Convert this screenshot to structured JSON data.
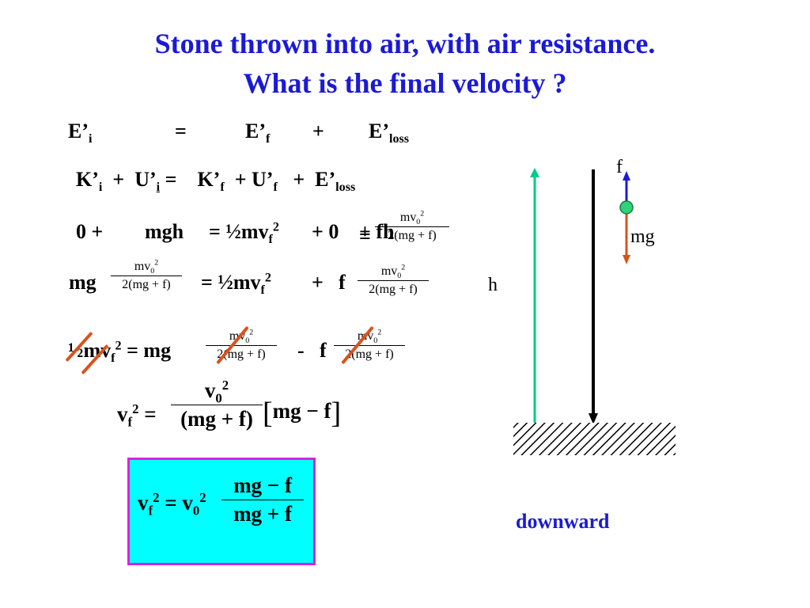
{
  "slide": {
    "title_line1": "Stone thrown into air, with air resistance.",
    "title_line2": "What is the final velocity ?"
  },
  "equations": {
    "l1": {
      "lhs": "E’",
      "lhs_sub": "i",
      "eq": "=",
      "e2": "E’",
      "e2_sub": "f",
      "plus": "+",
      "e3": "E’",
      "e3_sub": "loss"
    },
    "l2": {
      "k": "K’",
      "k_sub": "i",
      "p1": "+",
      "u": "U’",
      "u_sub": "i",
      "eq": "=",
      "kf": "K’",
      "kf_sub": "f",
      "p2": "+ U’",
      "uf_sub": "f",
      "p3": "+",
      "el": "E’",
      "el_sub": "loss"
    },
    "l3": {
      "a": "0 +",
      "b": "mgh",
      "c": "= ½mv",
      "c_sub": "f",
      "c_sup": "2",
      "d": "+ 0",
      "e": "+ fh",
      "e2": "=",
      "num": "mv",
      "num_sub": "0",
      "num_sup": "2",
      "den": "2(mg + f)"
    },
    "l4": {
      "a": "mg",
      "num": "mv",
      "num_sub": "0",
      "num_sup": "2",
      "den": "2(mg + f)",
      "b": "= ½mv",
      "b_sub": "f",
      "b_sup": "2",
      "c": "+",
      "d": "f",
      "num2": "mv",
      "num2_sub": "0",
      "num2_sup": "2",
      "den2": "2(mg + f)"
    },
    "l5": {
      "a": "½",
      "b": "mv",
      "b_sub": "f",
      "b_sup": "2",
      "c": "= mg",
      "num": "mv",
      "num_sub": "0",
      "num_sup": "2",
      "den": "2(mg + f)",
      "d": "-",
      "e": "f",
      "num2": "mv",
      "num2_sub": "0",
      "num2_sup": "2",
      "den2": "2(mg + f)"
    },
    "l6": {
      "v": "v",
      "v_sub": "f",
      "v_sup": "2",
      "eq": "=",
      "num": "v",
      "num_sub": "0",
      "num_sup": "2",
      "den": "(mg + f)",
      "lb": "[",
      "br": "mg − f",
      "rb": "]"
    },
    "l7": {
      "v": "v",
      "v_sub": "f",
      "v_sup": "2",
      "eq": "= v",
      "eq_sub": "0",
      "eq_sup": "2",
      "num": "mg − f",
      "den": "mg + f"
    }
  },
  "diagram": {
    "f_label": "f",
    "mg_label": "mg",
    "h_label": "h",
    "direction_label": "downward",
    "colors": {
      "green_arrow": "#00c98a",
      "black_arrow": "#000000",
      "force_up": "#1a1ad6",
      "force_down": "#d8521e",
      "ball": "#2ed37a"
    }
  },
  "colors": {
    "title": "#1a1ad6",
    "box_fill": "#00ffff",
    "box_border": "#e01ee0",
    "strike": "#d8521e"
  }
}
